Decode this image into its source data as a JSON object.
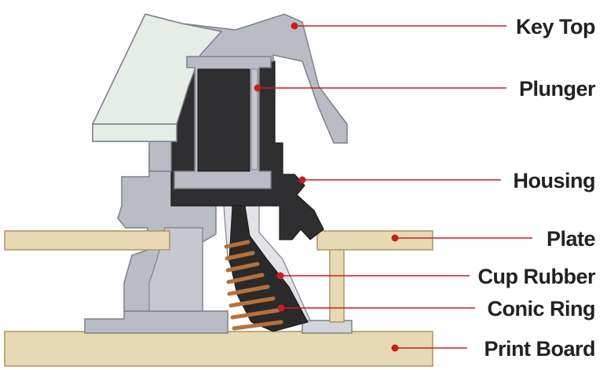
{
  "colors": {
    "board": "#e7d9b4",
    "board_edge": "#a89668",
    "housing": "#b9bcc4",
    "housing_edge": "#7d8089",
    "housing_light": "#d3d5da",
    "key_top_light": "#e6ece6",
    "plunger": "#2f2f31",
    "rubber": "#2a2a2a",
    "ring": "#b8703a",
    "leader": "#c81e1e",
    "text": "#222222"
  },
  "labels": [
    {
      "id": "key-top",
      "text": "Key Top"
    },
    {
      "id": "plunger",
      "text": "Plunger"
    },
    {
      "id": "housing",
      "text": "Housing"
    },
    {
      "id": "plate",
      "text": "Plate"
    },
    {
      "id": "cup-rubber",
      "text": "Cup Rubber"
    },
    {
      "id": "conic-ring",
      "text": "Conic Ring"
    },
    {
      "id": "print-board",
      "text": "Print Board"
    }
  ]
}
